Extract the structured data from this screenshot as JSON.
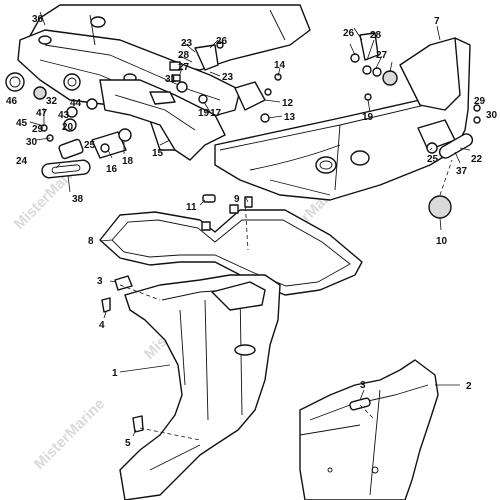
{
  "watermark": "MisterMarine",
  "callouts": [
    "36",
    "23",
    "26",
    "28",
    "27",
    "31",
    "7",
    "27",
    "26",
    "28",
    "14",
    "23",
    "46",
    "32",
    "44",
    "43",
    "12",
    "29",
    "30",
    "47",
    "45",
    "29",
    "20",
    "13",
    "19",
    "17",
    "30",
    "19",
    "25",
    "18",
    "15",
    "16",
    "24",
    "38",
    "22",
    "25",
    "37",
    "11",
    "9",
    "8",
    "10",
    "3",
    "4",
    "1",
    "3",
    "2",
    "5"
  ],
  "colors": {
    "line": "#111111",
    "fill": "#ffffff",
    "shade": "#d9d9d9",
    "watermark": "#bdbdbd"
  }
}
